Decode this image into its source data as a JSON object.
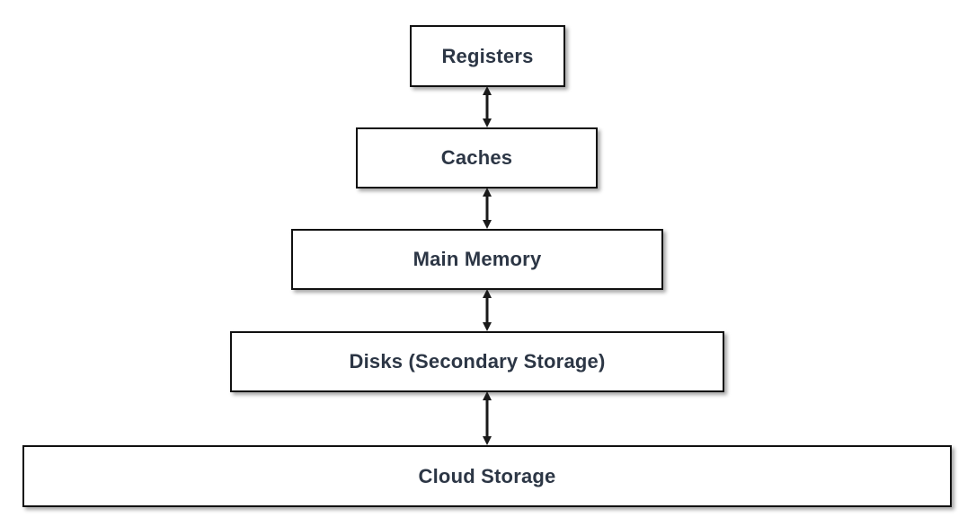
{
  "hierarchy": {
    "levels": [
      {
        "label": "Registers"
      },
      {
        "label": "Caches"
      },
      {
        "label": "Main Memory"
      },
      {
        "label": "Disks (Secondary Storage)"
      },
      {
        "label": "Cloud Storage"
      }
    ],
    "connectors": [
      {
        "from": "Registers",
        "to": "Caches",
        "direction": "bidirectional"
      },
      {
        "from": "Caches",
        "to": "Main Memory",
        "direction": "bidirectional"
      },
      {
        "from": "Main Memory",
        "to": "Disks (Secondary Storage)",
        "direction": "bidirectional"
      },
      {
        "from": "Disks (Secondary Storage)",
        "to": "Cloud Storage",
        "direction": "bidirectional"
      }
    ]
  },
  "colors": {
    "text": "#2c3645",
    "border": "#111111",
    "arrow": "#1a1a1a",
    "background": "#ffffff"
  }
}
